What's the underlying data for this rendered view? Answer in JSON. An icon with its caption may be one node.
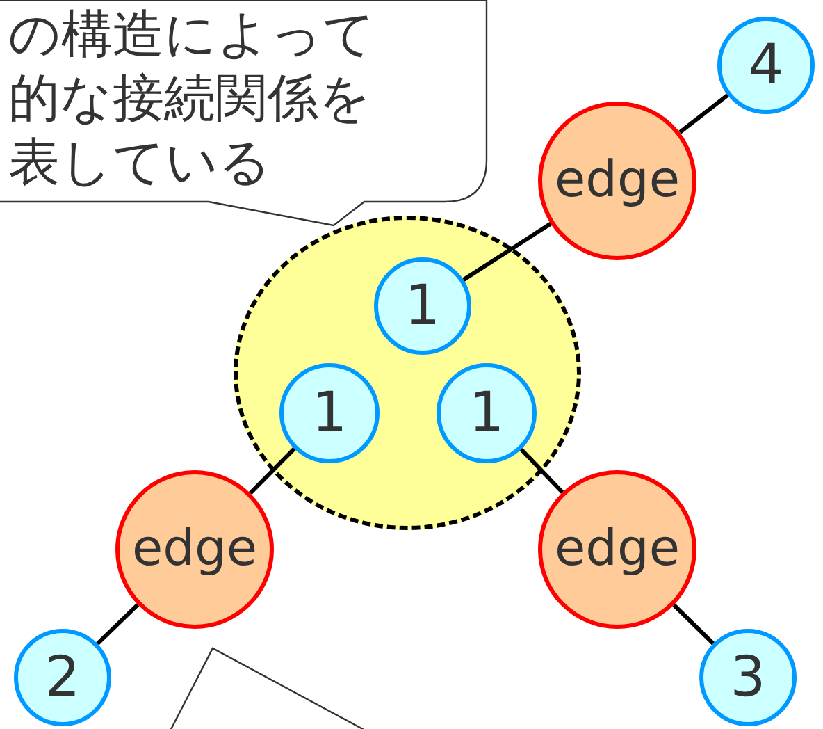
{
  "diagram": {
    "nodes": [
      {
        "text": [
          "の構造によって的な接続関係を表している"
        ]
      },
      {
        "text": [],
        "shape": "circle"
      },
      {
        "text": [
          "1"
        ],
        "in": 1
      },
      {
        "text": [
          "1"
        ],
        "in": 1
      },
      {
        "text": [
          "1"
        ],
        "in": 1
      },
      {
        "text": [
          "edge"
        ]
      },
      {
        "text": [
          "4"
        ]
      },
      {
        "text": [
          "edge"
        ]
      },
      {
        "text": [
          "2"
        ]
      },
      {
        "text": [
          "edge"
        ]
      },
      {
        "text": [
          "3"
        ]
      },
      {
        "text": [],
        "shape": "box"
      }
    ],
    "edges": [
      {
        "from": 2,
        "to": 5,
        "arrow": "none"
      },
      {
        "from": 5,
        "to": 6,
        "arrow": "none"
      },
      {
        "from": 3,
        "to": 7,
        "arrow": "none"
      },
      {
        "from": 7,
        "to": 8,
        "arrow": "none"
      },
      {
        "from": 4,
        "to": 9,
        "arrow": "none"
      },
      {
        "from": 9,
        "to": 10,
        "arrow": "none"
      }
    ]
  }
}
